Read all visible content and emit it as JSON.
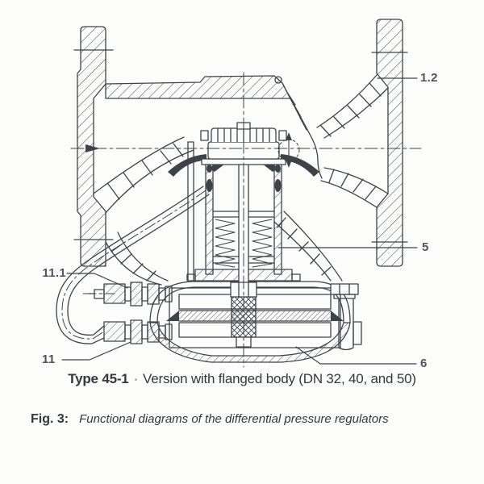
{
  "page": {
    "background": "#fcfcfb"
  },
  "colors": {
    "line": "#3e434a",
    "part_label": "#4b555e",
    "caption": "#32383e"
  },
  "diagram": {
    "part_labels": [
      {
        "text": "1.2"
      },
      {
        "text": "5"
      },
      {
        "text": "6"
      },
      {
        "text": "11.1"
      },
      {
        "text": "11"
      }
    ],
    "type_caption": {
      "model": "Type 45-1",
      "separator": "·",
      "description": "Version with flanged body (DN 32, 40, and 50)"
    }
  },
  "figure_caption": {
    "label": "Fig. 3:",
    "text": "Functional diagrams of the differential pressure regulators"
  }
}
